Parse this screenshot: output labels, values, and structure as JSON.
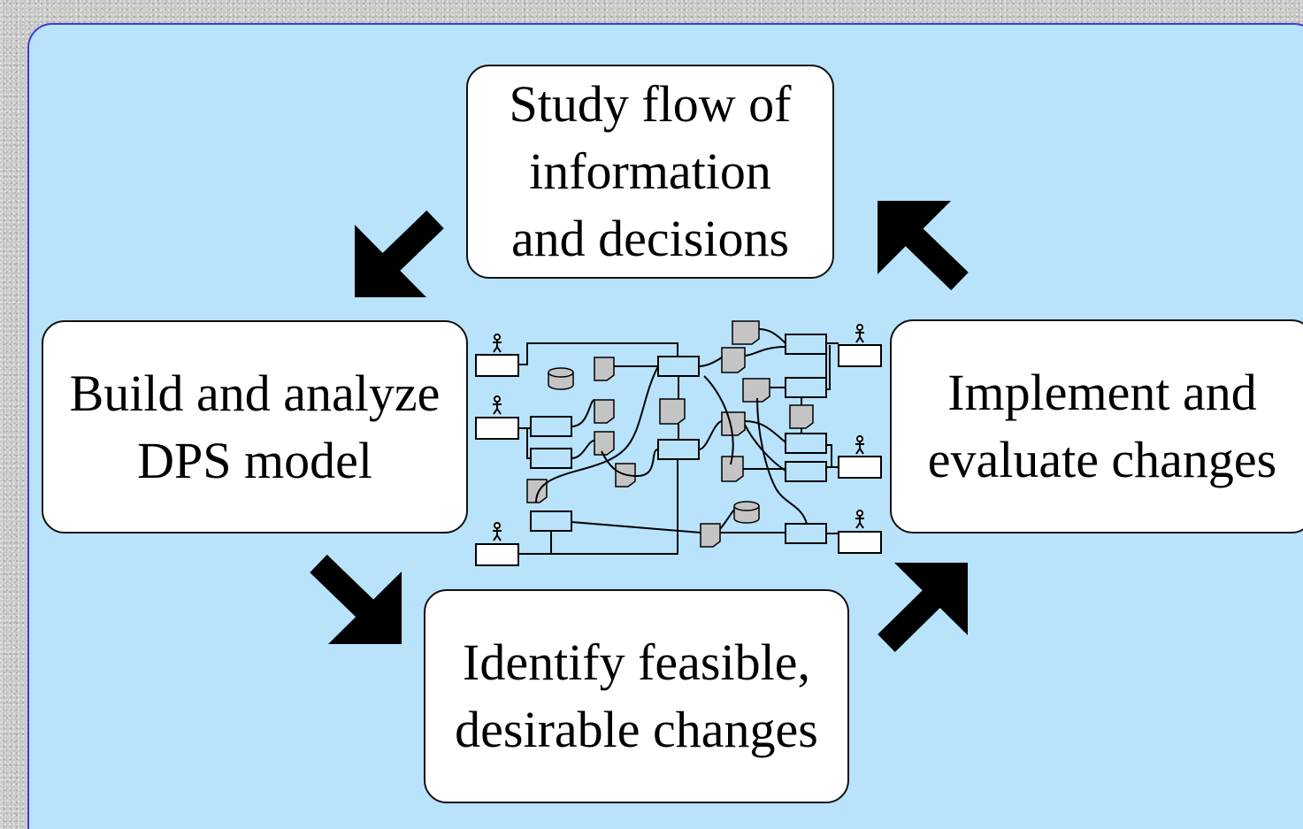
{
  "steps": {
    "study": "Study flow of\ninformation\nand decisions",
    "build": "Build and analyze\nDPS model",
    "identify": "Identify feasible,\ndesirable changes",
    "implement": "Implement and\nevaluate changes"
  },
  "colors": {
    "panel": "#b9e2fb",
    "panel_border": "#3c3cd6",
    "box": "#ffffff",
    "arrow": "#000000",
    "model_shape_fill": "#c4c4c4"
  },
  "icons": {
    "cycle_arrows": "thick-black-arrow",
    "model": "dps-network-model"
  }
}
